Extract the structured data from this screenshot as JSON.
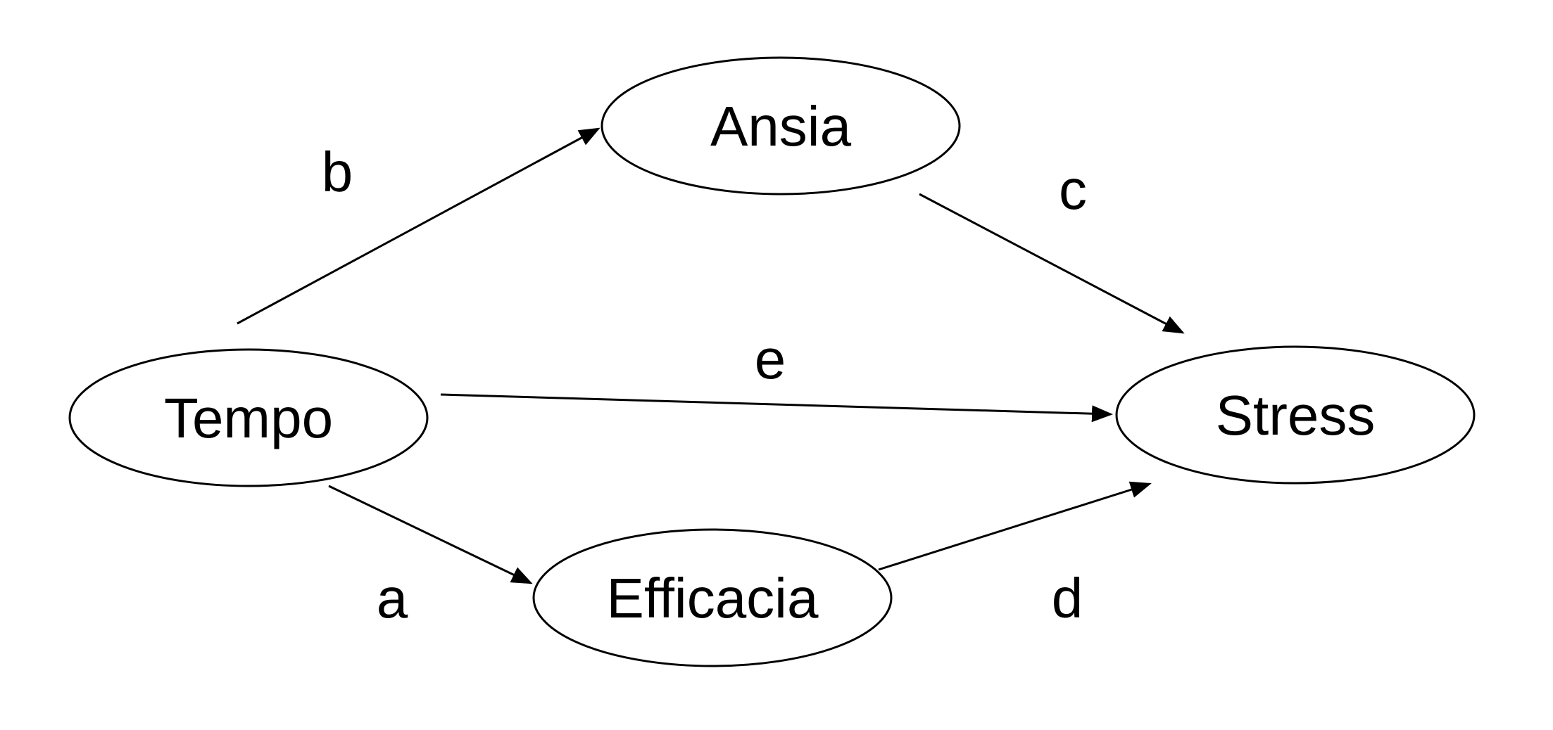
{
  "nodes": {
    "tempo": "Tempo",
    "ansia": "Ansia",
    "efficacia": "Efficacia",
    "stress": "Stress"
  },
  "edges": {
    "a": "a",
    "b": "b",
    "c": "c",
    "d": "d",
    "e": "e"
  },
  "colors": {
    "stroke": "#000000",
    "text": "#000000",
    "background": "#ffffff"
  }
}
